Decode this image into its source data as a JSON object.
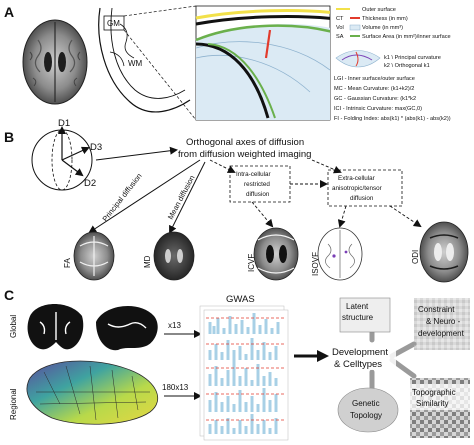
{
  "panel_a": {
    "letter": "A",
    "inset_labels": {
      "gm": "GM",
      "wm": "WM"
    },
    "legend": [
      {
        "abbr": "",
        "text": "Outer surface",
        "color": "#f2e14a"
      },
      {
        "abbr": "CT",
        "text": "Thickness (in mm)",
        "color": "#e23b2c"
      },
      {
        "abbr": "Vol",
        "text": "Volume (in mm³)",
        "color": ""
      },
      {
        "abbr": "SA",
        "text": "Surface Area (in mm²)/inner surface",
        "color": "#6ab04c"
      }
    ],
    "curvature_labels": {
      "k1": "k1 \\ Principal curvature",
      "k2": "k2 \\ Orthogonal k1"
    },
    "formulas": [
      "LGI - Inner surface/outer surface",
      "MC - Mean Curvature: (k1+k2)/2",
      "GC - Gaussian Curvature: (k1*k2",
      "ICI - Intrinsic Curvature: max(GC,0)",
      "FI - Folding Index: abs(k1) * (abs(k1) - abs(k2))"
    ]
  },
  "panel_b": {
    "letter": "B",
    "axes": {
      "d1": "D1",
      "d2": "D2",
      "d3": "D3"
    },
    "orthogonal_title": [
      "Orthogonal axes of diffusion",
      "from diffusion weighted imaging"
    ],
    "intra_box": [
      "Intra-cellular",
      "restricted",
      "diffusion"
    ],
    "extra_box": [
      "Extra-cellular",
      "anisotropic/tensor",
      "diffusion"
    ],
    "principal_label": "Principal diffusion",
    "mean_label": "Mean diffusion",
    "maps": [
      "FA",
      "MD",
      "ICVF",
      "ISOVF",
      "ODI"
    ]
  },
  "panel_c": {
    "letter": "C",
    "global_label": "Global",
    "regional_label": "Regional",
    "mult_global": "x13",
    "mult_regional": "180x13",
    "gwas_title": "GWAS",
    "outcomes": {
      "latent": [
        "Latent",
        "structure"
      ],
      "constraint": [
        "Constraint",
        "& Neuro -",
        "development"
      ],
      "development": [
        "Development",
        "& Celltypes"
      ],
      "genetic": [
        "Genetic",
        "Topology"
      ],
      "topographic": [
        "Topographic",
        "Similarity"
      ]
    }
  },
  "colors": {
    "outer_surface": "#f2e14a",
    "thickness": "#e23b2c",
    "surface_area": "#6ab04c",
    "gwas_bar": "#a8d0e6",
    "gwas_threshold": "#e23b2c"
  }
}
